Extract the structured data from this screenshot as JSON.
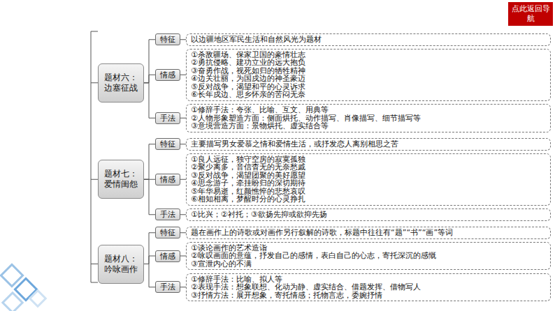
{
  "diagram": {
    "nodes": [
      {
        "text": [
          "点此返回导航"
        ]
      },
      {
        "text": [
          "题材六：",
          "边塞征战"
        ]
      },
      {
        "text": [
          "特征"
        ]
      },
      {
        "text": [
          "以边疆地区军民生活和自然风光为题材"
        ]
      },
      {
        "text": [
          "情感"
        ]
      },
      {
        "text": [
          "①杀敌疆场、保家卫国的豪情壮志",
          "②勇抗侵略、建功立业的远大抱负",
          "③奋勇作战，视死如归的牺牲精神",
          "④边关壮丽，为国戍边的神圣豪迈",
          "⑤反对战争，渴望和平的心灵诉求",
          "⑥长年戍边、思乡怀亲的苦闷无奈"
        ]
      },
      {
        "text": [
          "手法"
        ]
      },
      {
        "text": [
          "①修辞手法：夸张、比喻、互文、用典等",
          "②人物形象塑造方面：侧面烘托、动作描写、肖像描写、细节描写等",
          "③意境营造方面：景物烘托、虚实结合等"
        ]
      },
      {
        "text": [
          "题材七：",
          "爱情闺怨"
        ]
      },
      {
        "text": [
          "特征"
        ]
      },
      {
        "text": [
          "主要描写男女爱慕之情和爱情生活，或抒发恋人离别相思之苦"
        ]
      },
      {
        "text": [
          "情感"
        ]
      },
      {
        "text": [
          "①良人远征，独守空房的寂寞孤独",
          "②聚少离多，音信杳无的无奈愁戚",
          "③反对战争，渴望团聚的美好愿望",
          "④思念游子，牵挂盼归的深切期待",
          "⑤年华易逝，红颜憔悴的悲愁哀叹",
          "⑥相知相离，梦醒时分的心灵挣扎"
        ]
      },
      {
        "text": [
          "手法"
        ]
      },
      {
        "text": [
          "①比兴；②衬托；③欲扬先抑或欲抑先扬"
        ]
      },
      {
        "text": [
          "题材八：",
          "吟咏画作"
        ]
      },
      {
        "text": [
          "特征"
        ]
      },
      {
        "text": [
          "题在画作上的诗歌或对画作另行叙解的诗歌，标题中往往有“题”“书”“画”等词"
        ]
      },
      {
        "text": [
          "情感"
        ]
      },
      {
        "text": [
          "①谈论画作的艺术造诣",
          "②咏叹画面的意蕴，抒发自己的感情，表白自己的心志，寄托深沉的感慨",
          "③宣泄内心的不满"
        ]
      },
      {
        "text": [
          "手法"
        ]
      },
      {
        "text": [
          "①修辞手法：比喻、拟人等",
          "②表现手法：想象联想、化动为静、虚实结合、借题发挥、借物写人",
          "③抒情方法：展开想象，寄托情感；托物言志，委婉抒情"
        ]
      }
    ],
    "edges": [
      {
        "from": 1,
        "to": 2,
        "arrow": "none"
      },
      {
        "from": 2,
        "to": 3,
        "arrow": "none"
      },
      {
        "from": 1,
        "to": 4,
        "arrow": "none"
      },
      {
        "from": 4,
        "to": 5,
        "arrow": "none"
      },
      {
        "from": 1,
        "to": 6,
        "arrow": "none"
      },
      {
        "from": 6,
        "to": 7,
        "arrow": "none"
      },
      {
        "from": 8,
        "to": 9,
        "arrow": "none"
      },
      {
        "from": 9,
        "to": 10,
        "arrow": "none"
      },
      {
        "from": 8,
        "to": 11,
        "arrow": "none"
      },
      {
        "from": 11,
        "to": 12,
        "arrow": "none"
      },
      {
        "from": 8,
        "to": 13,
        "arrow": "none"
      },
      {
        "from": 13,
        "to": 14,
        "arrow": "none"
      },
      {
        "from": 15,
        "to": 16,
        "arrow": "none"
      },
      {
        "from": 16,
        "to": 17,
        "arrow": "none"
      },
      {
        "from": 15,
        "to": 18,
        "arrow": "none"
      },
      {
        "from": 18,
        "to": 19,
        "arrow": "none"
      },
      {
        "from": 15,
        "to": 20,
        "arrow": "none"
      },
      {
        "from": 20,
        "to": 21,
        "arrow": "none"
      }
    ]
  }
}
